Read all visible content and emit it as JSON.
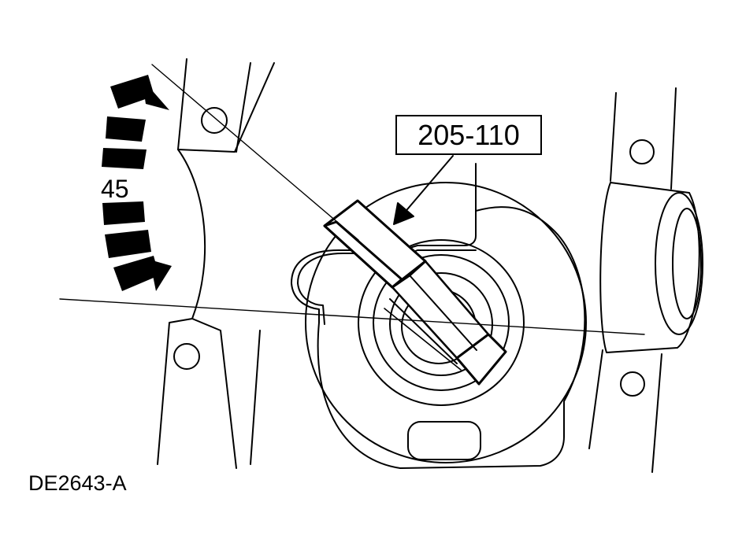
{
  "figure": {
    "angle_label": "45",
    "tool_callout": "205-110",
    "figure_id": "DE2643-A"
  },
  "colors": {
    "ink": "#000000",
    "paper": "#ffffff"
  }
}
